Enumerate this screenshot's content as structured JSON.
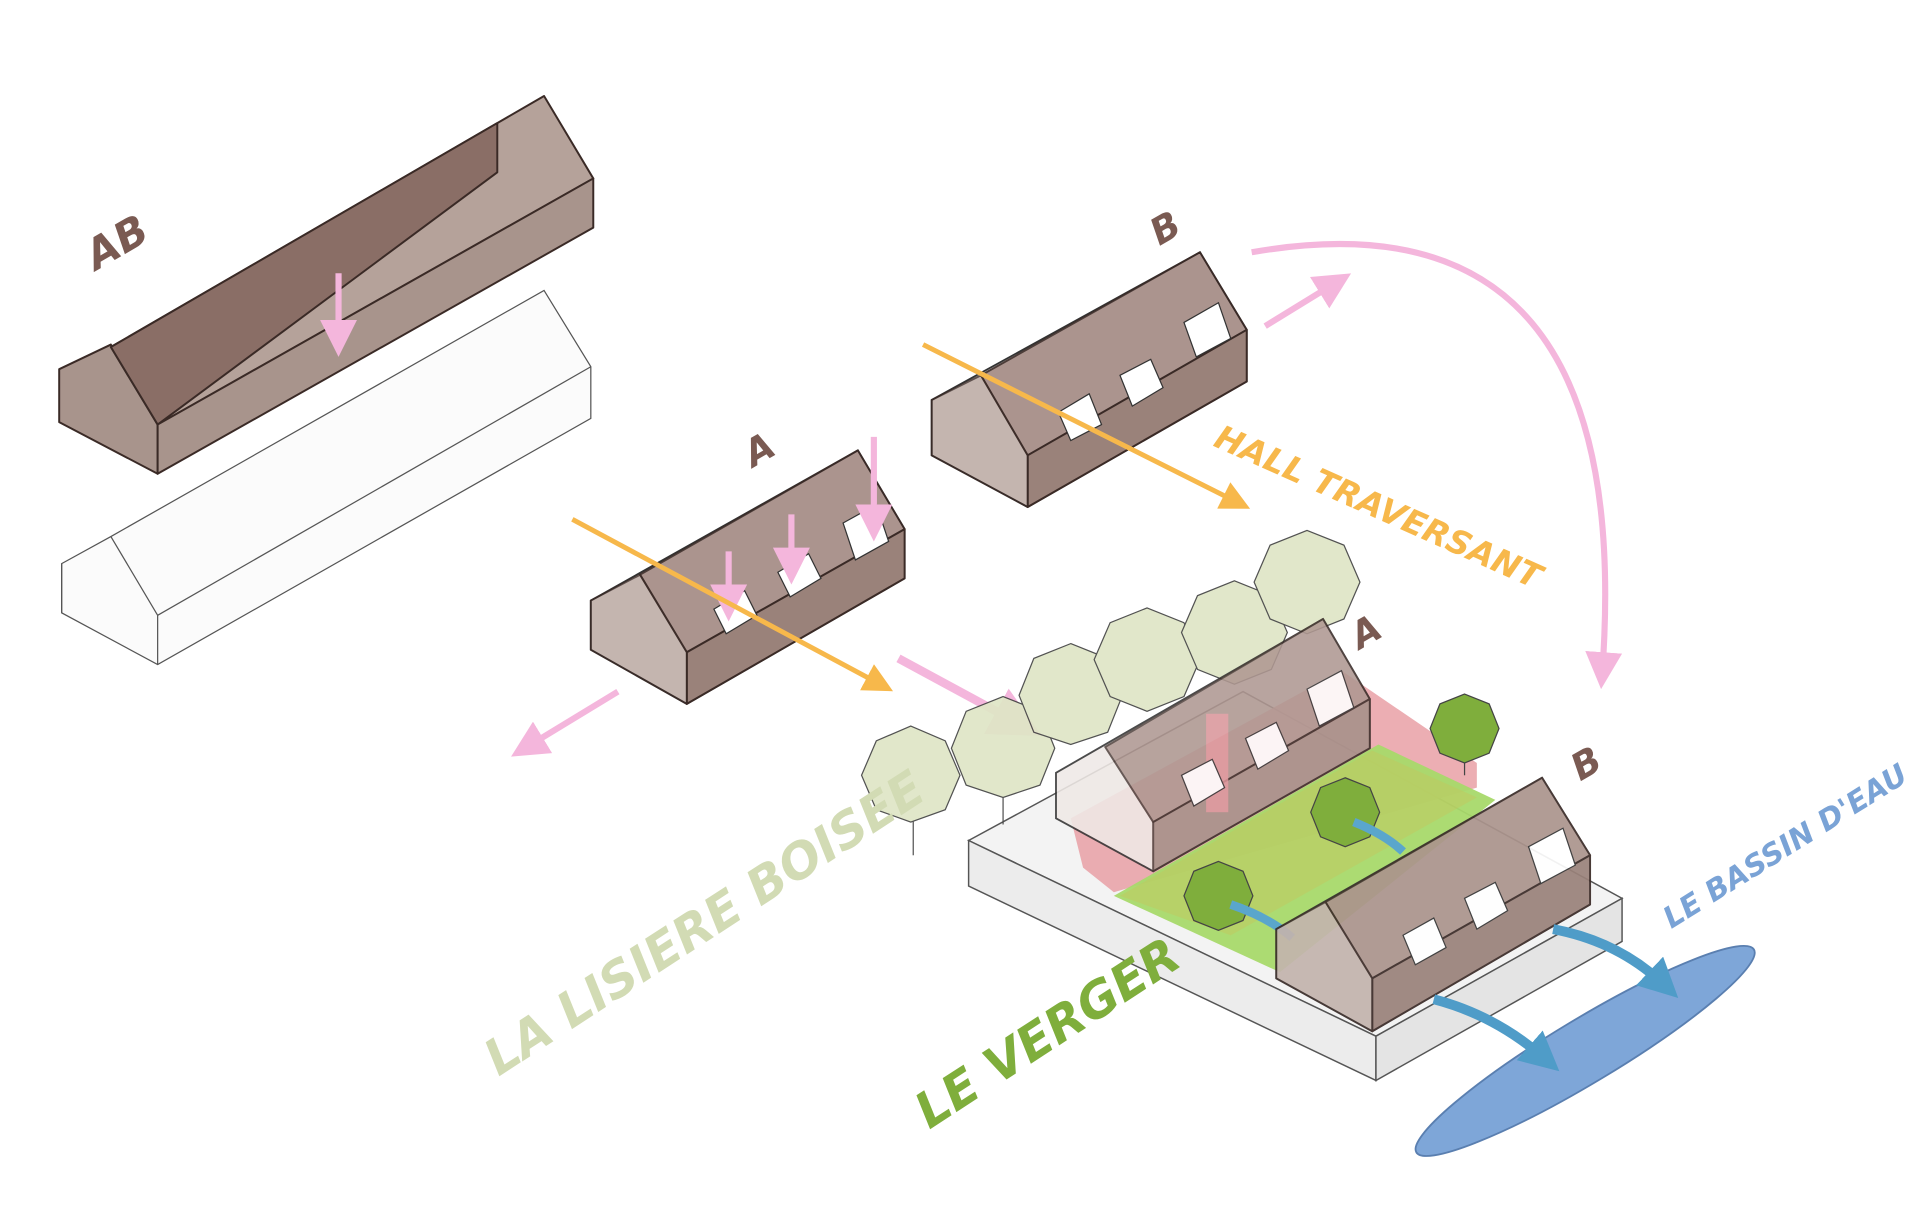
{
  "labels": {
    "ab_roof": "AB",
    "b_top": "B",
    "a_mid": "A",
    "hall": "HALL TRAVERSANT",
    "a_assembled": "A",
    "b_assembled": "B",
    "lisiere": "LA LISIERE BOISEE",
    "verger": "LE VERGER",
    "bassin": "LE BASSIN D'EAU"
  },
  "colors": {
    "roof_light": "#b5a29a",
    "roof_dark": "#8a6e66",
    "label_brown": "#7a5a52",
    "pink_arrow": "#f4b6dc",
    "yellow": "#f7b84b",
    "tree_light": "#dfe6c6",
    "tree_dark": "#7fae3c",
    "lawn": "#a8d96a",
    "red_zone": "#e79aa0",
    "water": "#7ea6d8",
    "water_arrow": "#5aa6cc",
    "lisiere_text": "#d2dbb4",
    "verger_text": "#7fae3c",
    "bassin_text": "#7aa3d6"
  }
}
